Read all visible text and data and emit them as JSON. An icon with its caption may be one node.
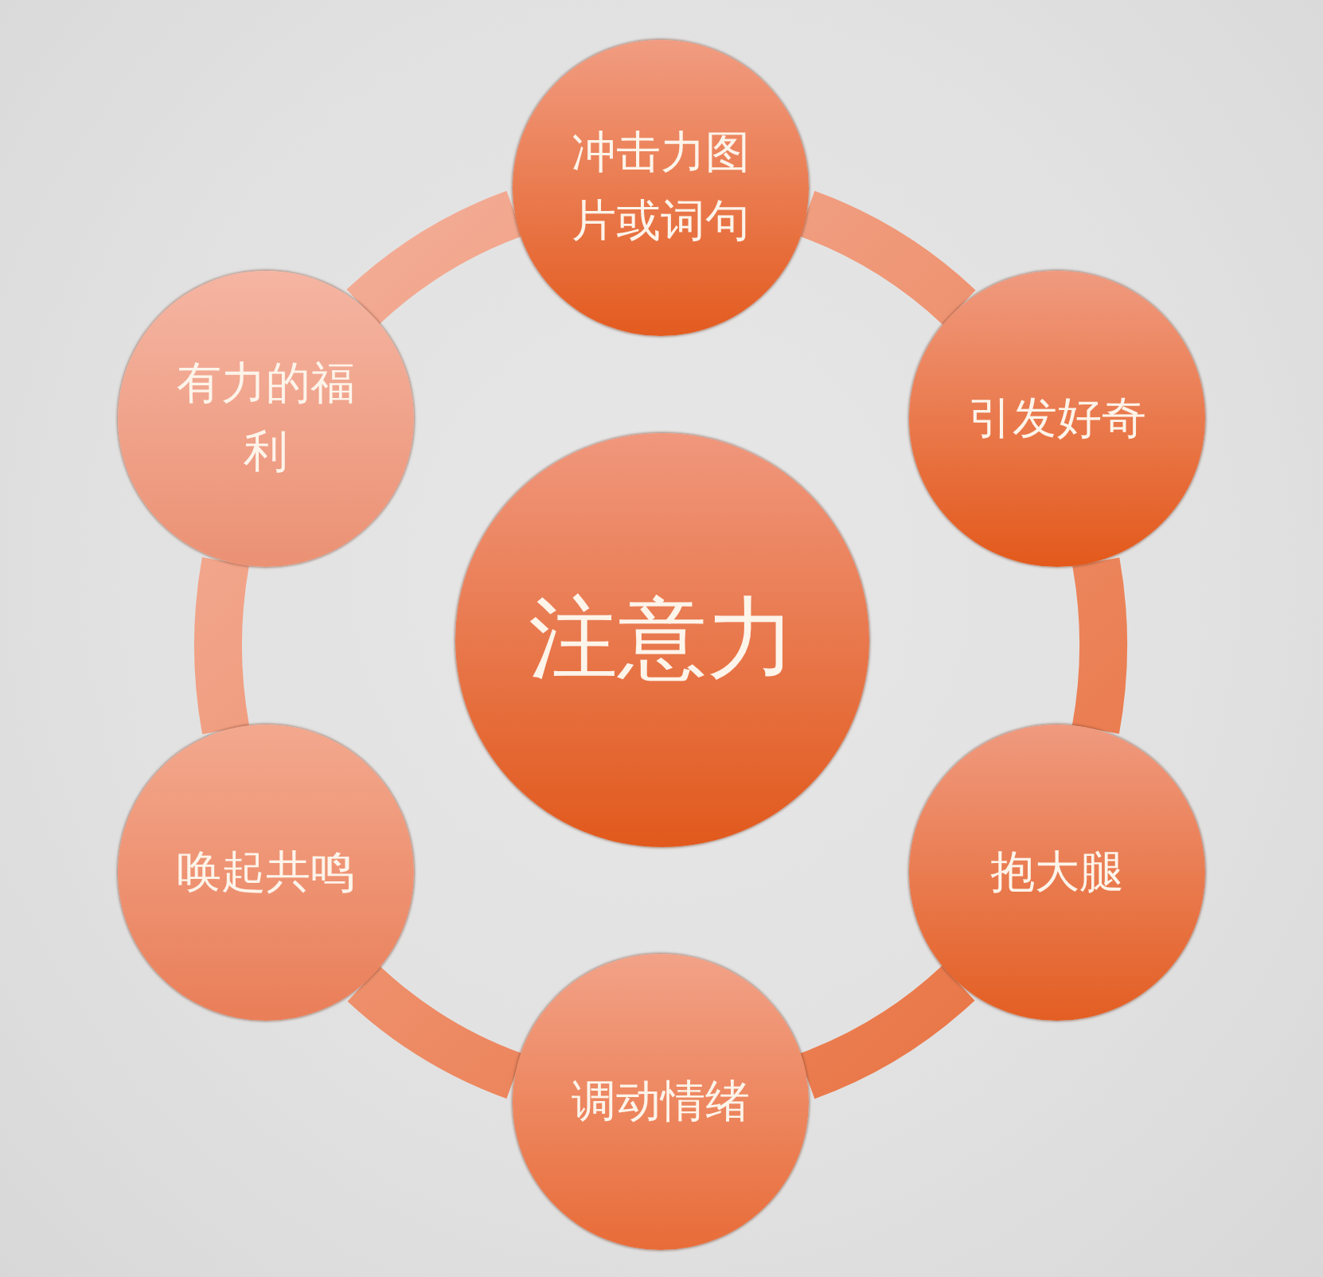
{
  "diagram": {
    "nodes": [
      {
        "text": [
          "冲击力图片或词句"
        ]
      },
      {
        "text": [
          "有力的福利"
        ]
      },
      {
        "text": [
          "引发好奇"
        ]
      },
      {
        "text": [
          "注意力"
        ]
      },
      {
        "text": [
          "唤起共鸣"
        ]
      },
      {
        "text": [
          "抱大腿"
        ]
      },
      {
        "text": [
          "调动情绪"
        ]
      }
    ],
    "edges": [
      {
        "from": 0,
        "to": 2,
        "arrow": "none"
      },
      {
        "from": 2,
        "to": 5,
        "arrow": "none"
      },
      {
        "from": 5,
        "to": 6,
        "arrow": "none"
      },
      {
        "from": 6,
        "to": 4,
        "arrow": "none"
      },
      {
        "from": 4,
        "to": 1,
        "arrow": "none"
      },
      {
        "from": 1,
        "to": 0,
        "arrow": "none"
      }
    ]
  }
}
